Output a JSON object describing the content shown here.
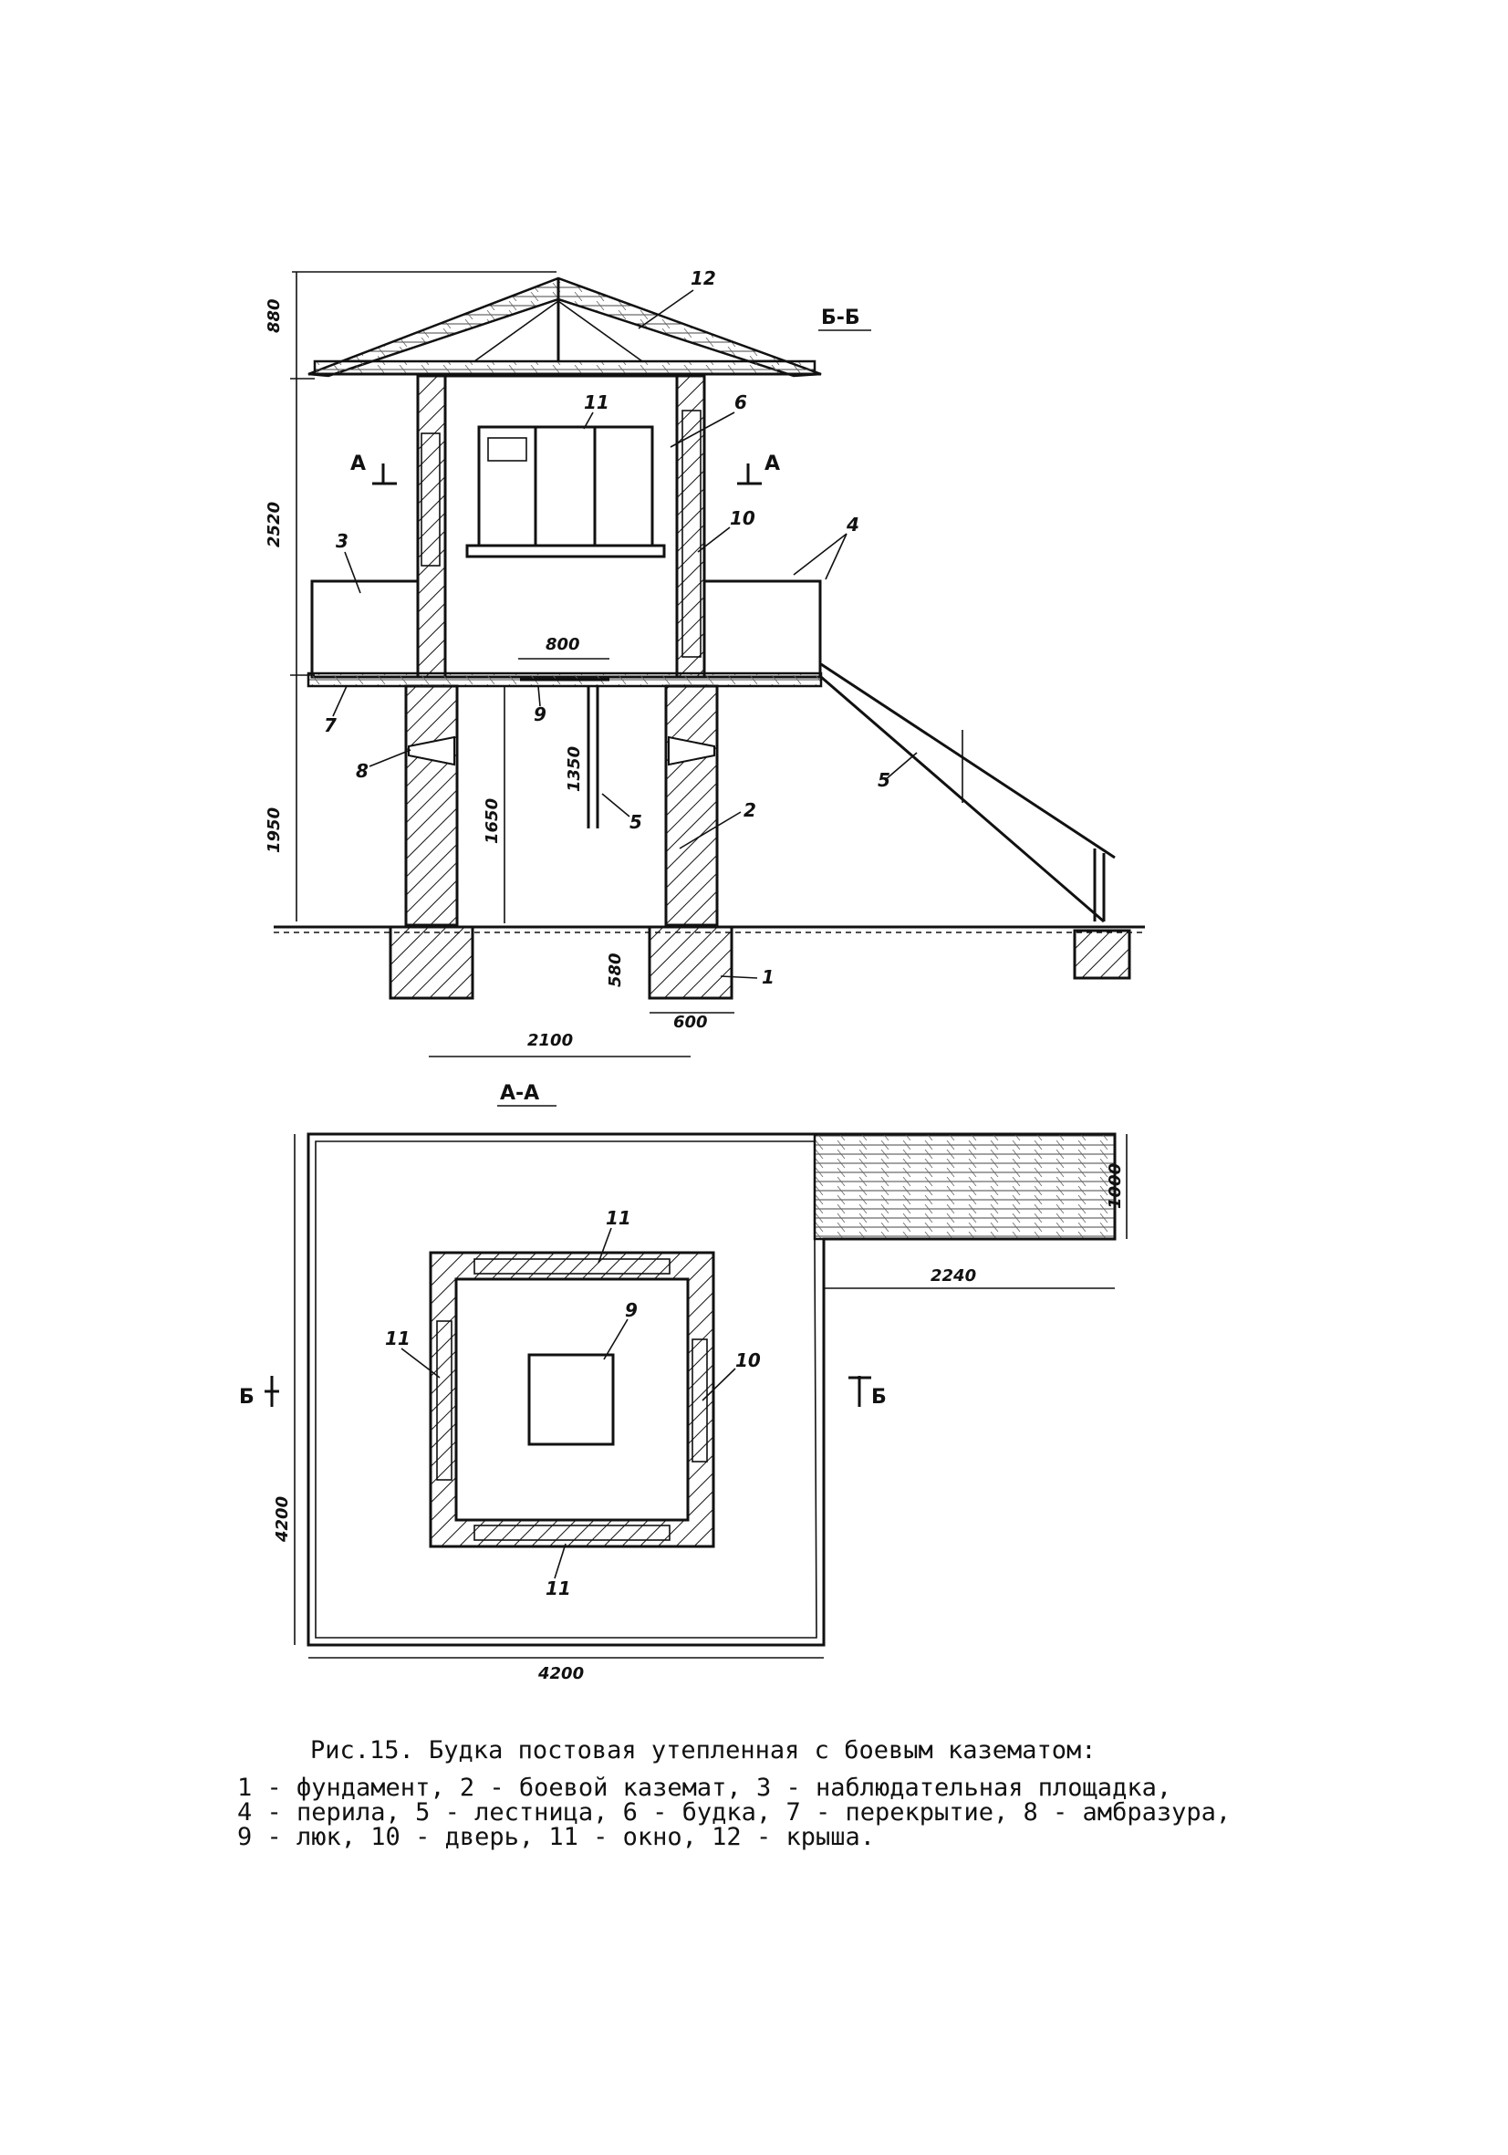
{
  "section_bb": {
    "title": "Б-Б"
  },
  "section_aa": {
    "title": "А-А"
  },
  "cut_marks": {
    "a": "А",
    "b": "Б"
  },
  "dimensions": {
    "roof_height": "880",
    "booth_height": "2520",
    "base_height": "1950",
    "casemate_inner": "1650",
    "hatch_width": "800",
    "ladder_height": "1350",
    "foundation_depth": "580",
    "foundation_width": "600",
    "casemate_span": "2100",
    "plan_width": "4200",
    "plan_height": "4200",
    "stair_width": "1000",
    "stair_length": "2240"
  },
  "callouts": {
    "foundation": "1",
    "casemate": "2",
    "platform": "3",
    "railing": "4",
    "ladder": "5",
    "booth": "6",
    "slab": "7",
    "embrasure": "8",
    "hatch": "9",
    "door": "10",
    "window": "11",
    "roof": "12"
  },
  "caption": {
    "title": "Рис.15. Будка постовая утепленная с боевым казематом:",
    "lines": [
      "1 - фундамент, 2 - боевой каземат, 3 - наблюдательная площадка,",
      "4 - перила, 5 - лестница, 6 - будка, 7 - перекрытие, 8 - амбразура,",
      "9 - люк, 10 - дверь, 11 - окно, 12 - крыша."
    ]
  }
}
